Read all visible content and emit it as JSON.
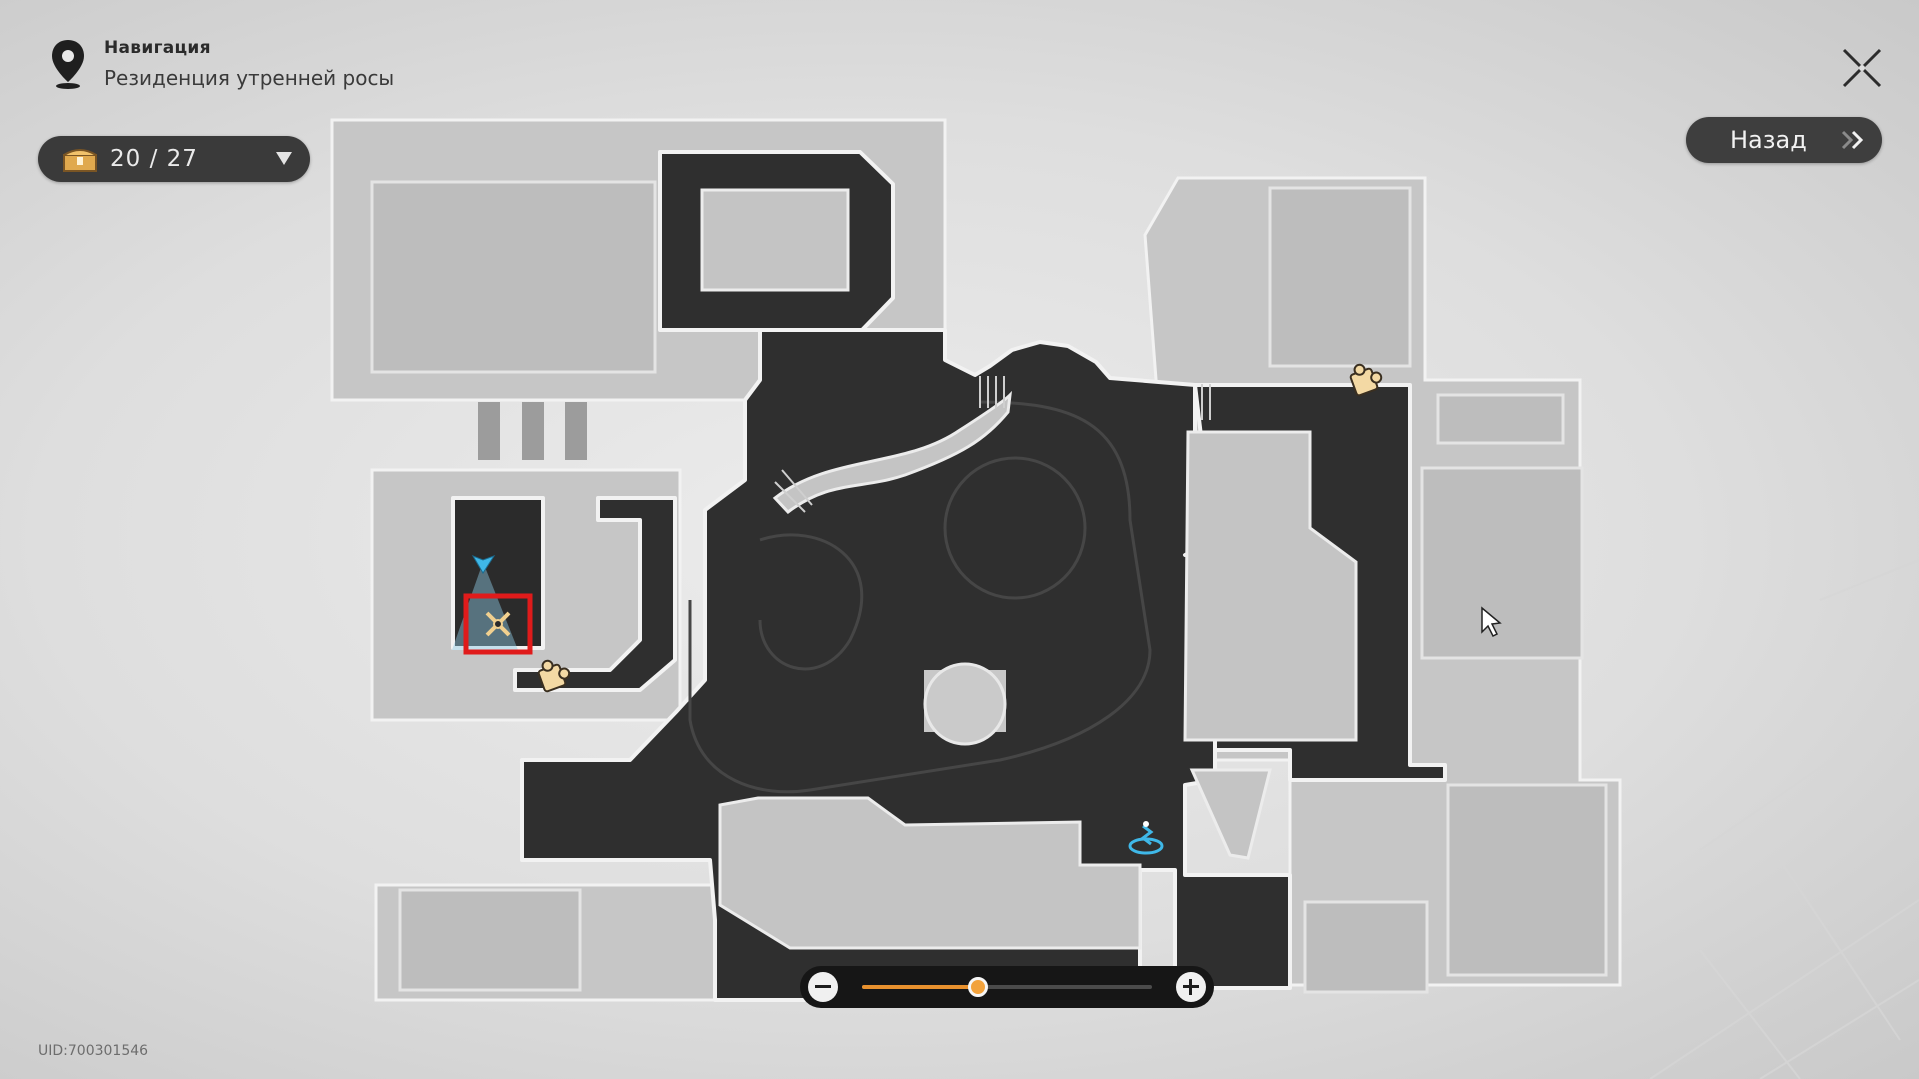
{
  "navigation": {
    "title": "Навигация",
    "location": "Резиденция утренней росы"
  },
  "treasure_counter": {
    "text": "20 / 27",
    "found": 20,
    "total": 27
  },
  "back_button": {
    "label": "Назад"
  },
  "zoom": {
    "level": 0.4
  },
  "uid": "UID:700301546",
  "colors": {
    "map_dark": "#2f2f2f",
    "map_light": "#c4c4c4",
    "accent_orange": "#e8912e",
    "highlight_red": "#e01b1b",
    "player_cyan": "#3fb8e8"
  },
  "icons": {
    "location": "map-pin-icon",
    "chest": "treasure-chest-icon",
    "puzzle": "puzzle-piece-icon",
    "combat": "crossed-swords-icon",
    "teleport": "space-anchor-icon",
    "player": "player-arrow-icon"
  }
}
